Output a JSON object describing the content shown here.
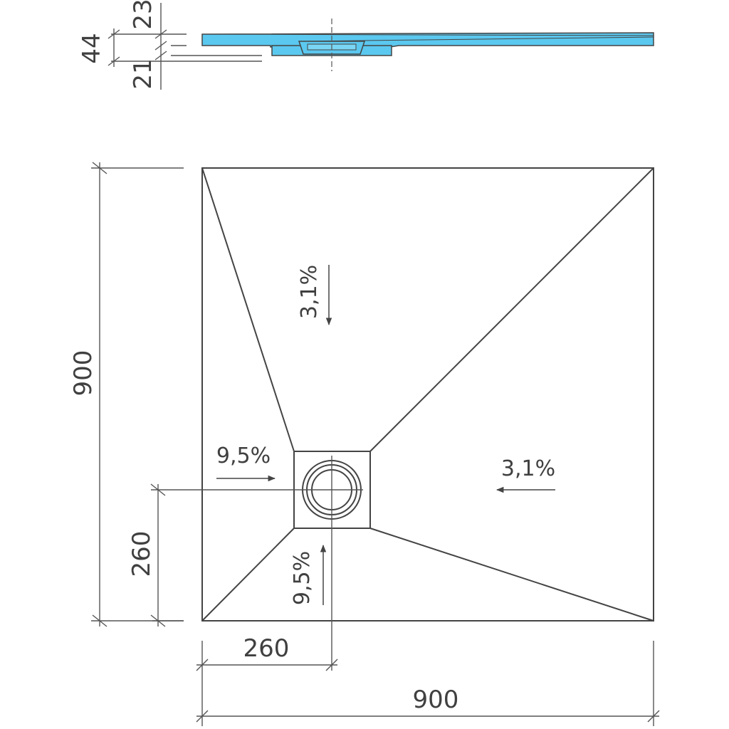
{
  "colors": {
    "line": "#444444",
    "dimension_line": "#555555",
    "text": "#404040",
    "tray_fill": "#5bc8ef",
    "background": "#ffffff"
  },
  "profile": {
    "dim_total": "44",
    "dim_top": "23",
    "dim_bottom": "21"
  },
  "plan": {
    "width_label": "900",
    "height_label": "900",
    "drain_offset_x_label": "260",
    "drain_offset_y_label": "260",
    "slopes": {
      "top": "3,1%",
      "right": "3,1%",
      "left": "9,5%",
      "bottom": "9,5%"
    }
  }
}
